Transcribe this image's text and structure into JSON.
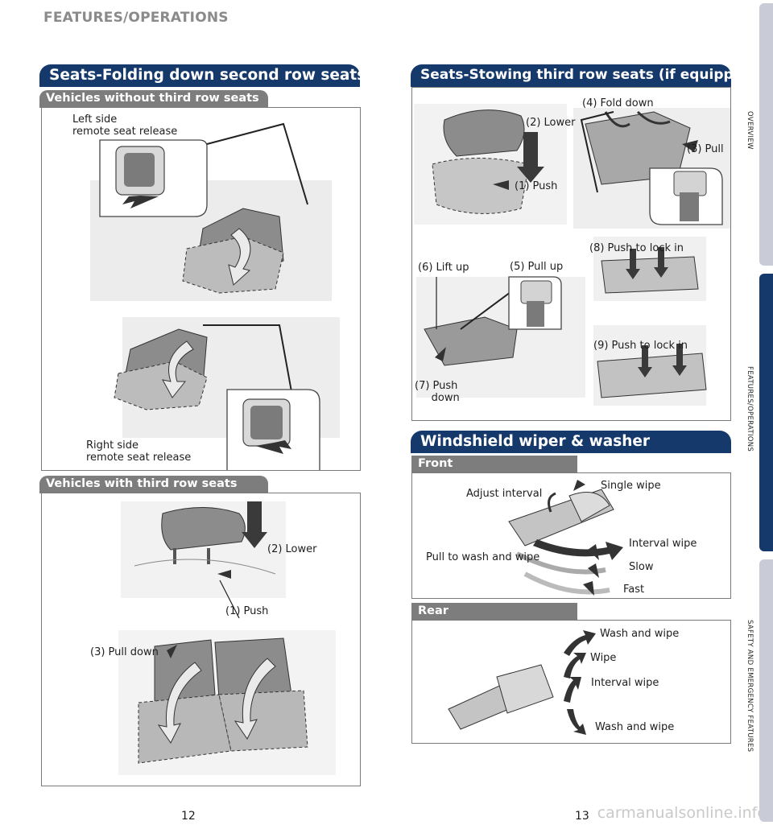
{
  "header": {
    "section": "FEATURES/OPERATIONS"
  },
  "left": {
    "banner": "Seats-Folding down second row seats",
    "without_third_row": {
      "bar": "Vehicles without third row seats",
      "label_left": "Left side\nremote seat release",
      "label_right": "Right side\nremote seat release"
    },
    "with_third_row": {
      "bar": "Vehicles with third row seats",
      "lower": "(2) Lower",
      "push": "(1) Push",
      "pull_down": "(3) Pull down"
    }
  },
  "right": {
    "stowing": {
      "banner": "Seats-Stowing third row seats (if equipped)",
      "lower": "(2) Lower",
      "push": "(1) Push",
      "fold_down": "(4) Fold down",
      "pull": "(3) Pull",
      "push_lock_8": "(8) Push to lock in",
      "lift_up": "(6) Lift up",
      "pull_up": "(5) Pull up",
      "push_lock_9": "(9) Push to lock in",
      "push_down": "(7) Push\n     down"
    },
    "wiper": {
      "banner": "Windshield wiper & washer",
      "front": {
        "bar": "Front",
        "adjust_interval": "Adjust interval",
        "single_wipe": "Single wipe",
        "interval_wipe": "Interval wipe",
        "pull_to_wash": "Pull to wash and wipe",
        "slow": "Slow",
        "fast": "Fast"
      },
      "rear": {
        "bar": "Rear",
        "wash_and_wipe_top": "Wash and wipe",
        "wipe": "Wipe",
        "interval_wipe": "Interval wipe",
        "wash_and_wipe_bottom": "Wash and wipe"
      }
    }
  },
  "side_nav": {
    "tabs": [
      "OVERVIEW",
      "FEATURES/OPERATIONS",
      "SAFETY AND EMERGENCY FEATURES"
    ],
    "active": "FEATURES/OPERATIONS"
  },
  "page_numbers": {
    "left": "12",
    "right": "13"
  },
  "watermark": "carmanualsonline.info",
  "colors": {
    "banner": "#15396b",
    "subbar": "#7d7d7d",
    "nav_inactive": "#c9ccd6",
    "nav_active": "#15396b"
  }
}
